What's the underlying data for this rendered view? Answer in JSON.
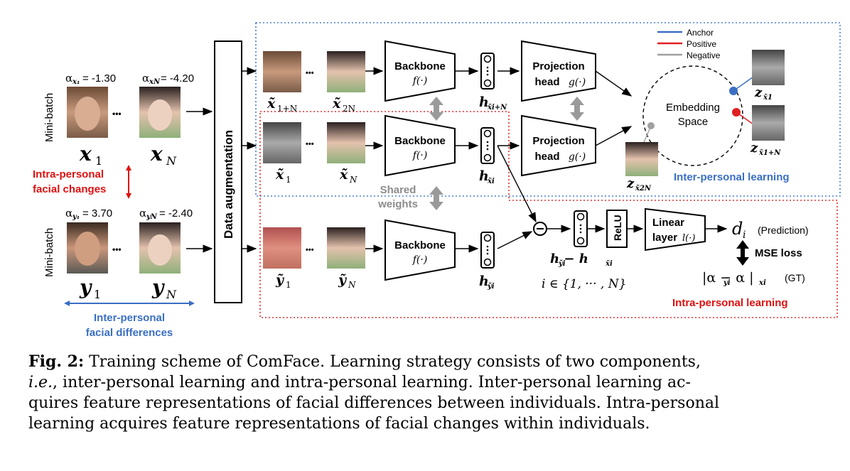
{
  "labels": {
    "minibatch_top": "Mini-batch",
    "minibatch_bottom": "Mini-batch",
    "alpha_x1": "α",
    "alpha_x1_sub": "x₁",
    "alpha_x1_val": "= -1.30",
    "alpha_xN": "α",
    "alpha_xN_sub": "xN",
    "alpha_xN_val": "= -4.20",
    "alpha_y1": "α",
    "alpha_y1_sub": "y₁",
    "alpha_y1_val": "= 3.70",
    "alpha_yN": "α",
    "alpha_yN_sub": "yN",
    "alpha_yN_val": "= -2.40",
    "x1": "x",
    "x1_sub": "1",
    "xN": "x",
    "xN_sub": "N",
    "y1": "y",
    "y1_sub": "1",
    "yN": "y",
    "yN_sub": "N",
    "intra_changes_1": "Intra-personal",
    "intra_changes_2": "facial changes",
    "inter_diffs_1": "Inter-personal",
    "inter_diffs_2": "facial differences",
    "data_aug": "Data augmentation",
    "backbone": "Backbone",
    "f": "f(·)",
    "projection": "Projection",
    "head": "head",
    "g": "g(·)",
    "shared1": "Shared",
    "shared2": "weights",
    "embedding1": "Embedding",
    "embedding2": "Space",
    "legend_anchor": "Anchor",
    "legend_positive": "Positive",
    "legend_negative": "Negative",
    "inter_learning": "Inter-personal learning",
    "intra_learning": "Intra-personal learning",
    "relu": "ReLU",
    "linear1": "Linear",
    "linear2": "layer",
    "l": "l(·)",
    "d": "d",
    "d_sub": "i",
    "prediction": "(Prediction)",
    "mse": "MSE loss",
    "gt_expr": "|α  − α  |",
    "gt": "(GT)",
    "i_range": "i ∈ {1, ··· , N}",
    "x1N_tilde": "x̃",
    "x1N_sub": "1+N",
    "x2N_tilde": "x̃",
    "x2N_sub": "2N",
    "x1_tilde": "x̃",
    "x1_tilde_sub": "1",
    "xN_tilde": "x̃",
    "xN_tilde_sub": "N",
    "y1_tilde": "ỹ",
    "y1_tilde_sub": "1",
    "yN_tilde": "ỹ",
    "yN_tilde_sub": "N",
    "h": "h",
    "h1_sub": "x̃i+N",
    "h2_sub": "x̃i",
    "h3_sub": "ỹi",
    "hdiff": "h   − h",
    "hdiff_sub1": "ỹi",
    "hdiff_sub2": "x̃i",
    "z": "z",
    "z1_sub": "x̃1",
    "z2_sub": "x̃1+N",
    "z3_sub": "x̃2N",
    "dots": "•••"
  },
  "caption": {
    "fig_label": "Fig. 2:",
    "text1": " Training scheme of ComFace. Learning strategy consists of two components,",
    "ie": "i.e.",
    "text2": ", inter-personal learning and intra-personal learning. Inter-personal learning ac-",
    "text3": "quires feature representations of facial differences between individuals. Intra-personal",
    "text4": "learning acquires feature representations of facial changes within individuals."
  },
  "colors": {
    "anchor": "#3a6fc4",
    "positive": "#e02020",
    "negative": "#a0a0a0",
    "inter_box": "#4a7fd4",
    "intra_box": "#e03030",
    "intra_text": "#e01010",
    "inter_text": "#3a6fc4"
  }
}
